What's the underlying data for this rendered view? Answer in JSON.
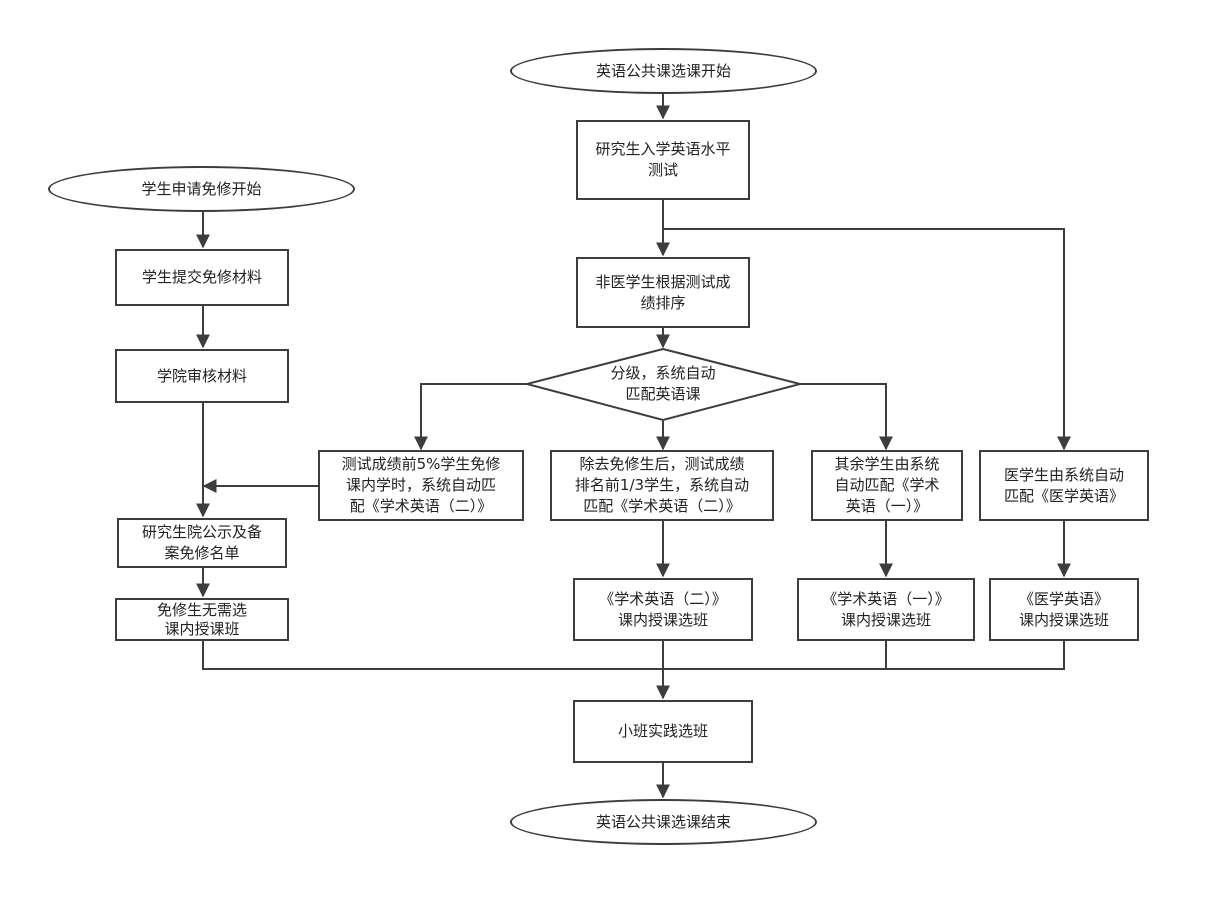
{
  "nodes": {
    "english_start": "英语公共课选课开始",
    "placement_test": "研究生入学英语水平\n测试",
    "non_medical_rank": "非医学生根据测试成\n绩排序",
    "grading_decision": "分级，系统自动\n匹配英语课",
    "top5": "测试成绩前5%学生免修\n课内学时，系统自动匹\n配《学术英语（二）》",
    "top_third": "除去免修生后，测试成绩\n排名前1/3学生，系统自动\n匹配《学术英语（二）》",
    "others": "其余学生由系统\n自动匹配《学术\n英语（一）》",
    "medical": "医学生由系统自动\n匹配《医学英语》",
    "class_ae2": "《学术英语（二）》\n课内授课选班",
    "class_ae1": "《学术英语（一）》\n课内授课选班",
    "class_med": "《医学英语》\n课内授课选班",
    "small_class": "小班实践选班",
    "english_end": "英语公共课选课结束",
    "exempt_start": "学生申请免修开始",
    "submit_materials": "学生提交免修材料",
    "college_review": "学院审核材料",
    "publish_list": "研究生院公示及备\n案免修名单",
    "no_selection": "免修生无需选\n课内授课班"
  },
  "colors": {
    "line": "#3d3d3d",
    "text": "#222222",
    "fill": "#ffffff"
  }
}
